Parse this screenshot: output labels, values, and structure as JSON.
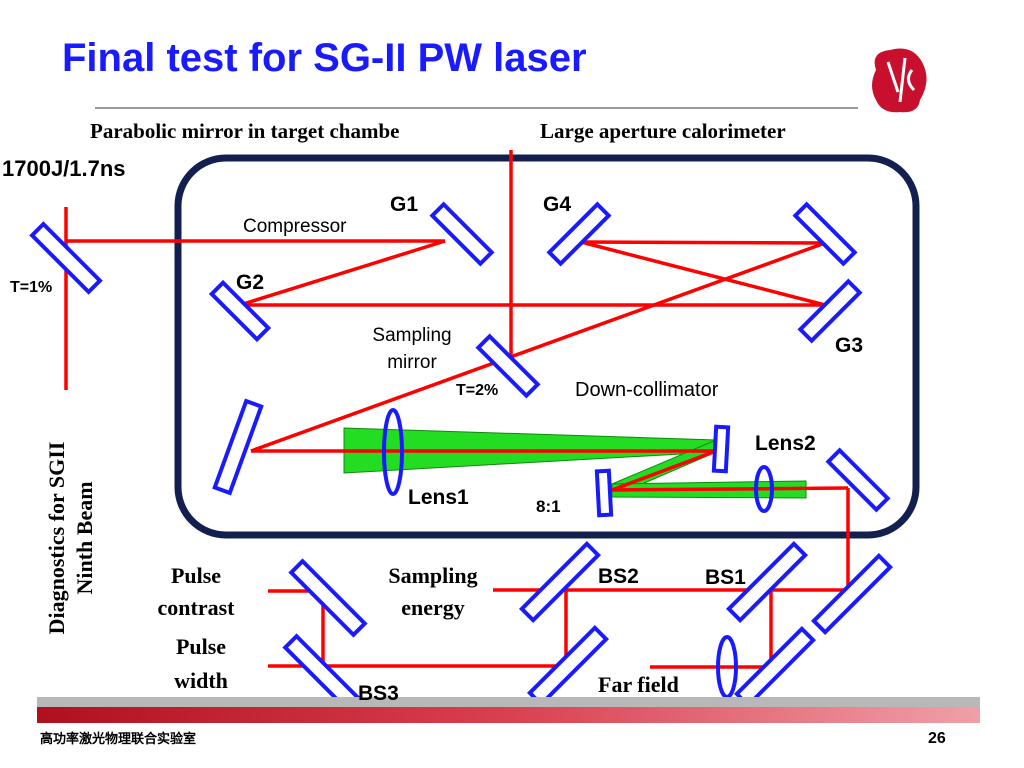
{
  "slide": {
    "title": "Final test for SG-II PW laser",
    "page_number": "26",
    "footer_org": "高功率激光物理联合实验室"
  },
  "colors": {
    "title": "#1a1aff",
    "beam": "#ff0000",
    "optic": "#1a1aff",
    "chamber": "#13204f",
    "green_beam": "#22dd22"
  },
  "labels": {
    "parabolic": "Parabolic mirror in target chambe",
    "calorimeter": "Large aperture calorimeter",
    "energy_input": "1700J/1.7ns",
    "g1": "G1",
    "g2": "G2",
    "g3": "G3",
    "g4": "G4",
    "compressor": "Compressor",
    "t1": "T=1%",
    "sampling_mirror_1": "Sampling",
    "sampling_mirror_2": "mirror",
    "t2": "T=2%",
    "down_collimator": "Down-collimator",
    "lens1": "Lens1",
    "lens2": "Lens2",
    "ratio": "8:1",
    "diagnostics_1": "Diagnostics for SGII",
    "diagnostics_2": "Ninth Beam",
    "pulse_contrast_1": "Pulse",
    "pulse_contrast_2": "contrast",
    "pulse_width_1": "Pulse",
    "pulse_width_2": "width",
    "sampling_energy_1": "Sampling",
    "sampling_energy_2": "energy",
    "bs1": "BS1",
    "bs2": "BS2",
    "bs3": "BS3",
    "far_field": "Far field"
  }
}
